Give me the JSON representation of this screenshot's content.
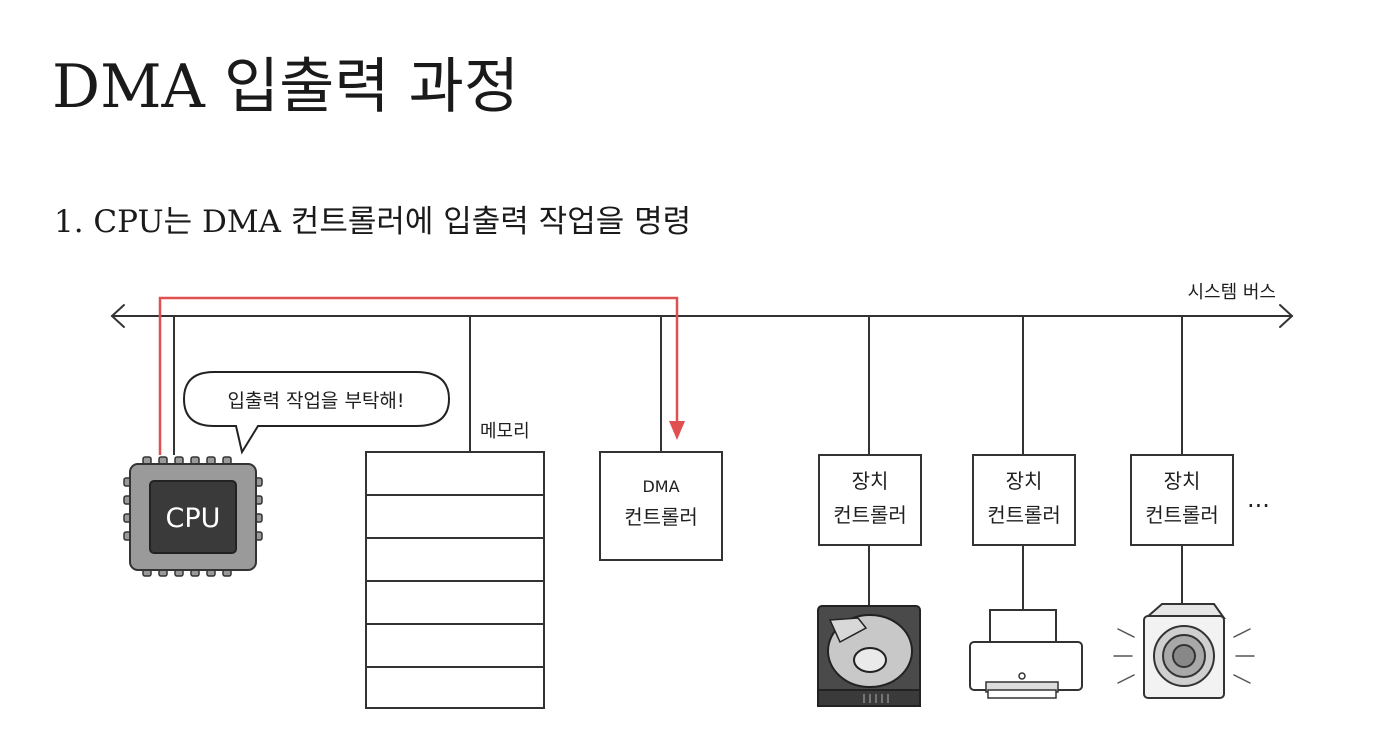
{
  "title": "DMA 입출력 과정",
  "step": "1. CPU는 DMA 컨트롤러에 입출력 작업을 명령",
  "diagram": {
    "bus_label": "시스템 버스",
    "speech": "입출력 작업을 부탁해!",
    "cpu_label": "CPU",
    "memory_label": "메모리",
    "dma": {
      "line1": "DMA",
      "line2": "컨트롤러"
    },
    "devices": [
      {
        "line1": "장치",
        "line2": "컨트롤러"
      },
      {
        "line1": "장치",
        "line2": "컨트롤러"
      },
      {
        "line1": "장치",
        "line2": "컨트롤러"
      }
    ],
    "ellipsis": "···",
    "device_icons": [
      "hard-disk-icon",
      "printer-icon",
      "speaker-icon"
    ],
    "colors": {
      "command_arrow": "#e05050",
      "line": "#333333",
      "chip": "#9a9a9a",
      "chip_core": "#3a3a3a"
    }
  }
}
